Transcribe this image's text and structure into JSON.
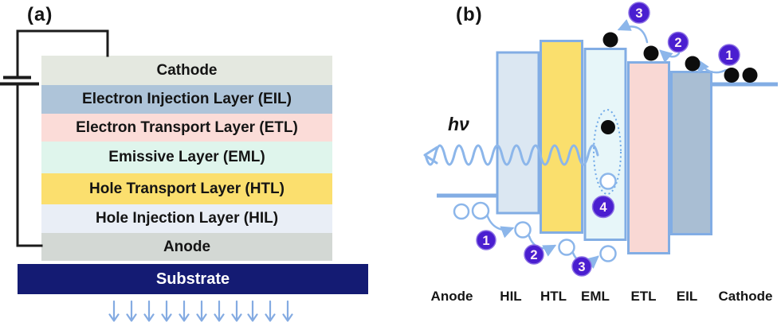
{
  "figure": {
    "panel_a_label": "(a)",
    "panel_b_label": "(b)"
  },
  "device_stack": {
    "layers": [
      {
        "label": "Cathode",
        "color": "#e4e8e0"
      },
      {
        "label": "Electron Injection Layer (EIL)",
        "color": "#aec4d9"
      },
      {
        "label": "Electron Transport Layer (ETL)",
        "color": "#fbdcd8"
      },
      {
        "label": "Emissive Layer (EML)",
        "color": "#dff5ec"
      },
      {
        "label": "Hole Transport Layer (HTL)",
        "color": "#fbdf6e"
      },
      {
        "label": "Hole Injection Layer (HIL)",
        "color": "#e9eef6"
      },
      {
        "label": "Anode",
        "color": "#d3d8d4"
      }
    ],
    "substrate": {
      "label": "Substrate",
      "color": "#141b73",
      "text_color": "#ffffff"
    },
    "wire_color": "#1b1b1b",
    "light_arrow_color": "#84abe2"
  },
  "energy_diagram": {
    "photon_label": "hν",
    "bars": [
      {
        "name": "HIL",
        "color": "#dbe7f2"
      },
      {
        "name": "HTL",
        "color": "#fadf6d"
      },
      {
        "name": "EML",
        "color": "#e7f6f9"
      },
      {
        "name": "ETL",
        "color": "#f9d8d4"
      },
      {
        "name": "EIL",
        "color": "#a9bed3"
      }
    ],
    "bar_border_color": "#82ade4",
    "electrode_line_color": "#82ade4",
    "arrow_color": "#8cb6ea",
    "exciton_ellipse_color": "#6ea8e8",
    "electron_color": "#0d0d0d",
    "hole_fill_color": "#ffffff",
    "hole_stroke_color": "#8cb6ea",
    "badge_color": "#4a1ed0",
    "badge_rim_color": "#8a6fe4",
    "badge_text_color": "#ffeef6",
    "electron_steps": [
      "1",
      "2",
      "3"
    ],
    "hole_steps": [
      "1",
      "2",
      "3"
    ],
    "recombination_step": "4",
    "bottom_labels": [
      "Anode",
      "HIL",
      "HTL",
      "EML",
      "ETL",
      "EIL",
      "Cathode"
    ]
  }
}
